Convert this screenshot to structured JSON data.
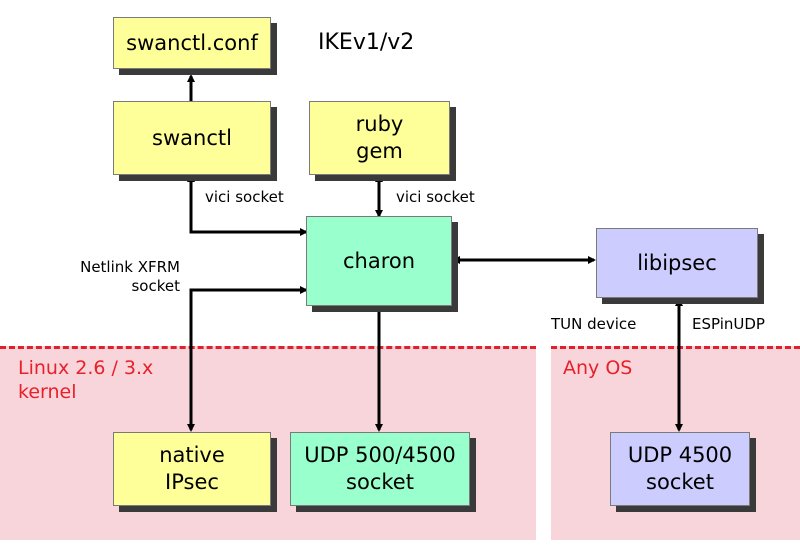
{
  "title": "IKEv1/v2",
  "zones": {
    "linux": "Linux 2.6 / 3.x\nkernel",
    "any_os": "Any OS"
  },
  "boxes": {
    "swanctl_conf": "swanctl.conf",
    "swanctl": "swanctl",
    "ruby_gem": "ruby\ngem",
    "charon": "charon",
    "libipsec": "libipsec",
    "native_ipsec": "native\nIPsec",
    "udp_500_4500": "UDP 500/4500\nsocket",
    "udp_4500": "UDP 4500\nsocket"
  },
  "labels": {
    "vici_socket_left": "vici socket",
    "vici_socket_right": "vici socket",
    "netlink": "Netlink XFRM\nsocket",
    "tun_device": "TUN device",
    "espinudp": "ESPinUDP"
  },
  "colors": {
    "yellow": "#ffff99",
    "green": "#99ffcc",
    "blue": "#ccccff",
    "zone_fill": "#f8d5da",
    "zone_text": "#e8202a"
  }
}
